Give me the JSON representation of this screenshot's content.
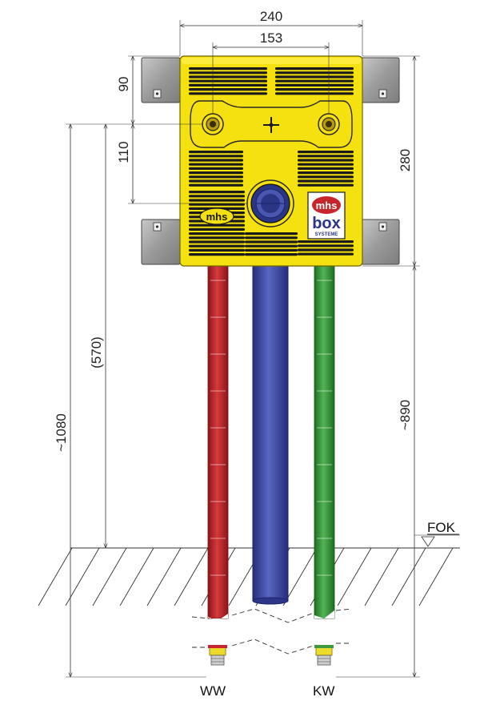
{
  "dimensions": {
    "width_total": "240",
    "width_holes": "153",
    "top_to_holes": "90",
    "holes_to_center": "110",
    "height_box": "280",
    "box_to_floor": "~890",
    "holes_to_floor": "(570)",
    "total_height": "~1080"
  },
  "labels": {
    "floor": "FOK",
    "hot_water": "WW",
    "cold_water": "KW"
  },
  "logos": {
    "left_logo": "mhs",
    "badge_top": "mhs",
    "badge_main": "box",
    "badge_sub": "SYSTEME"
  },
  "colors": {
    "box_yellow": "#f5e10f",
    "hot_pipe": "#c6262b",
    "cold_pipe": "#3b9b3d",
    "drain_pipe": "#3d49a8",
    "bracket_gray": "#a8a8a8"
  }
}
